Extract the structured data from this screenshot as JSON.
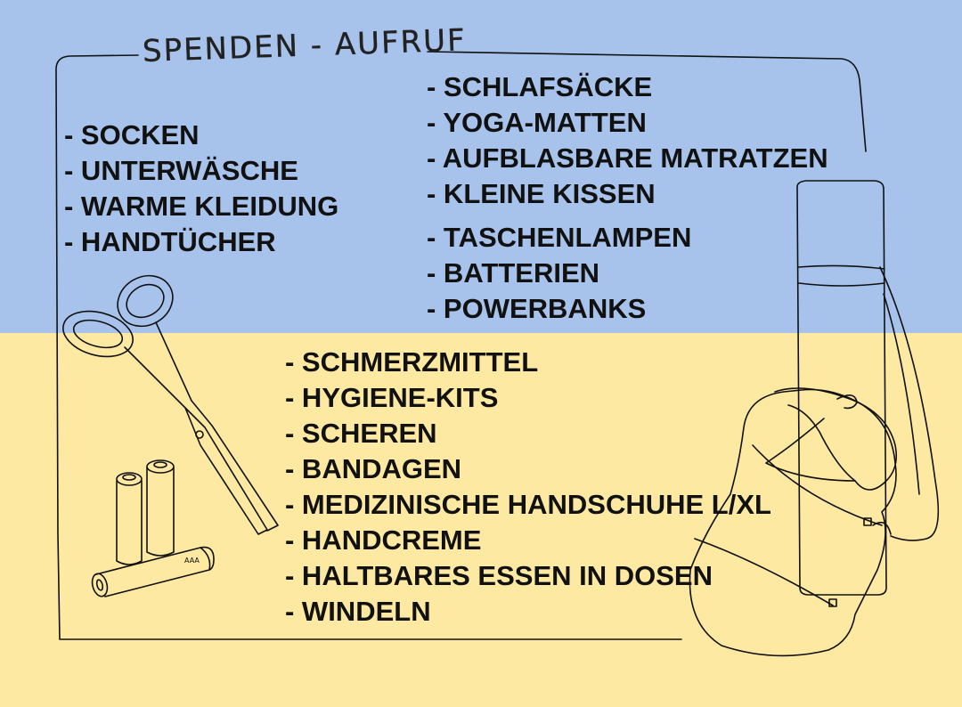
{
  "colors": {
    "top_band": "#a8c3eb",
    "bottom_band": "#fde9a2",
    "ink": "#111111"
  },
  "title": "SPENDEN - AUFRUF",
  "lists": {
    "clothing": [
      "- SOCKEN",
      "- UNTERWÄSCHE",
      "- WARME KLEIDUNG",
      "- HANDTÜCHER"
    ],
    "sleeping": [
      "- SCHLAFSÄCKE",
      "- YOGA-MATTEN",
      "- AUFBLASBARE MATRATZEN",
      "- KLEINE KISSEN"
    ],
    "power": [
      "- TASCHENLAMPEN",
      "- BATTERIEN",
      "- POWERBANKS"
    ],
    "medical": [
      "- SCHMERZMITTEL",
      "- HYGIENE-KITS",
      "- SCHEREN",
      "- BANDAGEN",
      "- MEDIZINISCHE HANDSCHUHE L/XL",
      "- HANDCREME",
      "- HALTBARES ESSEN IN DOSEN",
      "- WINDELN"
    ]
  },
  "battery_label": "AAA",
  "icons": [
    "scissors-icon",
    "batteries-icon",
    "yoga-mat-icon",
    "sleeping-bag-icon"
  ]
}
